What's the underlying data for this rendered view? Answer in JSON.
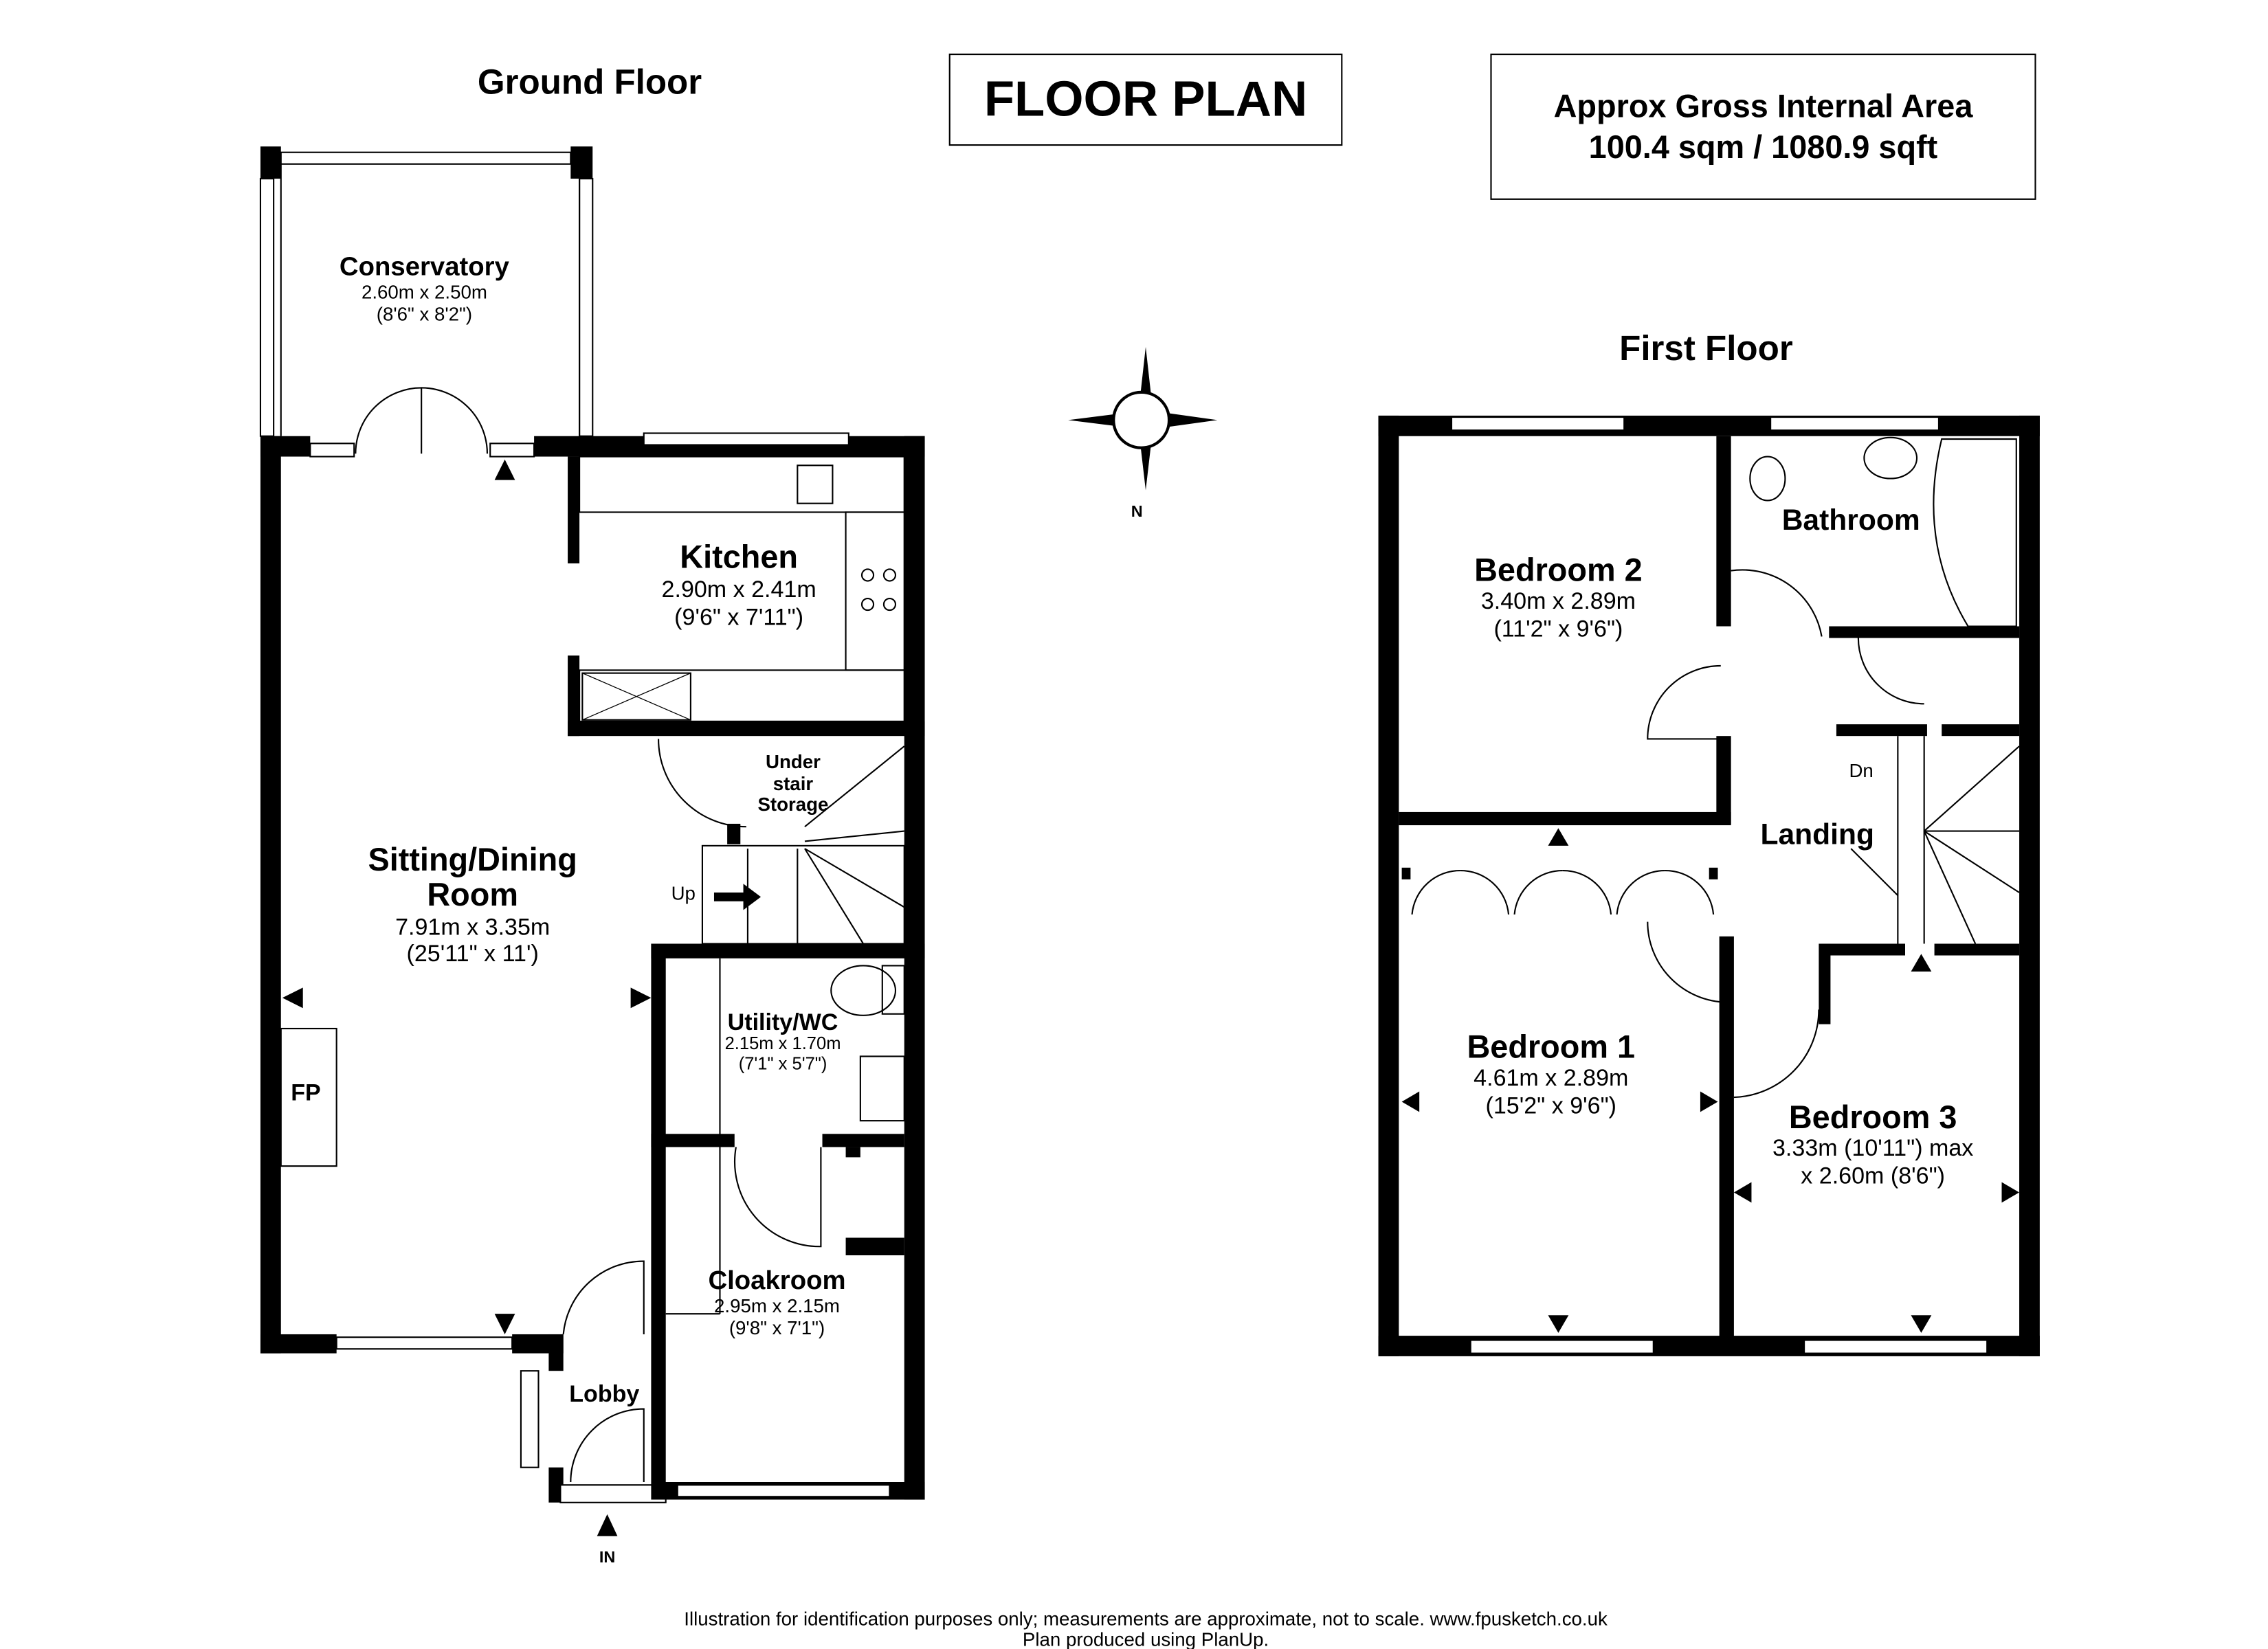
{
  "title": "FLOOR PLAN",
  "area": {
    "line1": "Approx Gross Internal Area",
    "line2": "100.4 sqm / 1080.9 sqft"
  },
  "ground_floor": {
    "heading": "Ground Floor",
    "rooms": {
      "conservatory": {
        "name": "Conservatory",
        "metric": "2.60m x 2.50m",
        "imperial": "(8'6\" x 8'2\")"
      },
      "kitchen": {
        "name": "Kitchen",
        "metric": "2.90m x 2.41m",
        "imperial": "(9'6\" x 7'11\")"
      },
      "sitting": {
        "name1": "Sitting/Dining",
        "name2": "Room",
        "metric": "7.91m x 3.35m",
        "imperial": "(25'11\" x 11')"
      },
      "storage": {
        "l1": "Under",
        "l2": "stair",
        "l3": "Storage"
      },
      "utility": {
        "name": "Utility/WC",
        "metric": "2.15m x 1.70m",
        "imperial": "(7'1\" x 5'7\")"
      },
      "cloakroom": {
        "name": "Cloakroom",
        "metric": "2.95m x 2.15m",
        "imperial": "(9'8\" x 7'1\")"
      },
      "lobby": {
        "name": "Lobby"
      }
    },
    "fp": "FP",
    "up": "Up",
    "in": "IN"
  },
  "first_floor": {
    "heading": "First Floor",
    "rooms": {
      "bedroom2": {
        "name": "Bedroom 2",
        "metric": "3.40m x 2.89m",
        "imperial": "(11'2\" x 9'6\")"
      },
      "bathroom": {
        "name": "Bathroom"
      },
      "landing": {
        "name": "Landing"
      },
      "bedroom1": {
        "name": "Bedroom 1",
        "metric": "4.61m x 2.89m",
        "imperial": "(15'2\" x 9'6\")"
      },
      "bedroom3": {
        "name": "Bedroom 3",
        "line1": "3.33m (10'11\") max",
        "line2": "x 2.60m (8'6\")"
      }
    },
    "dn": "Dn"
  },
  "compass": {
    "label": "N"
  },
  "footer": {
    "line1": "Illustration for identification purposes only; measurements are approximate, not to scale. www.fpusketch.co.uk",
    "line2": "Plan produced using PlanUp."
  }
}
